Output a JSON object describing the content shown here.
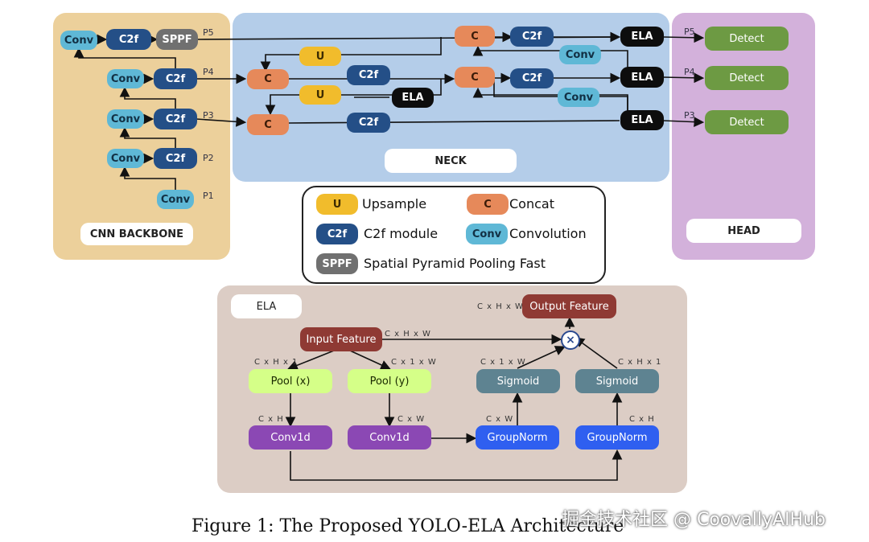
{
  "panels": {
    "backbone_label": "CNN BACKBONE",
    "neck_label": "NECK",
    "head_label": "HEAD",
    "ela_label": "ELA"
  },
  "backbone": {
    "conv": "Conv",
    "c2f": "C2f",
    "sppf": "SPPF",
    "p1": "P1",
    "p2": "P2",
    "p3": "P3",
    "p4": "P4",
    "p5": "P5"
  },
  "neck": {
    "concat": "C",
    "upsample": "U",
    "c2f": "C2f",
    "conv": "Conv",
    "ela": "ELA"
  },
  "head": {
    "detect": "Detect",
    "p3": "P3",
    "p4": "P4",
    "p5": "P5"
  },
  "legend": {
    "u_icon": "U",
    "u_text": "Upsample",
    "c_icon": "C",
    "c_text": "Concat",
    "c2f_icon": "C2f",
    "c2f_text": "C2f module",
    "conv_icon": "Conv",
    "conv_text": "Convolution",
    "sppf_icon": "SPPF",
    "sppf_text": "Spatial Pyramid Pooling Fast"
  },
  "ela": {
    "input": "Input Feature",
    "output": "Output Feature",
    "pool_x": "Pool (x)",
    "pool_y": "Pool (y)",
    "conv1d": "Conv1d",
    "groupnorm": "GroupNorm",
    "sigmoid": "Sigmoid",
    "multiply": "×",
    "dim_chw": "C x H x W",
    "dim_ch1": "C x H x 1",
    "dim_c1w": "C x 1 x W",
    "dim_ch": "C x H",
    "dim_cw": "C x W"
  },
  "caption": "Figure 1: The Proposed YOLO-ELA Architecture",
  "watermark": "掘金技术社区 @ CoovallyAIHub"
}
